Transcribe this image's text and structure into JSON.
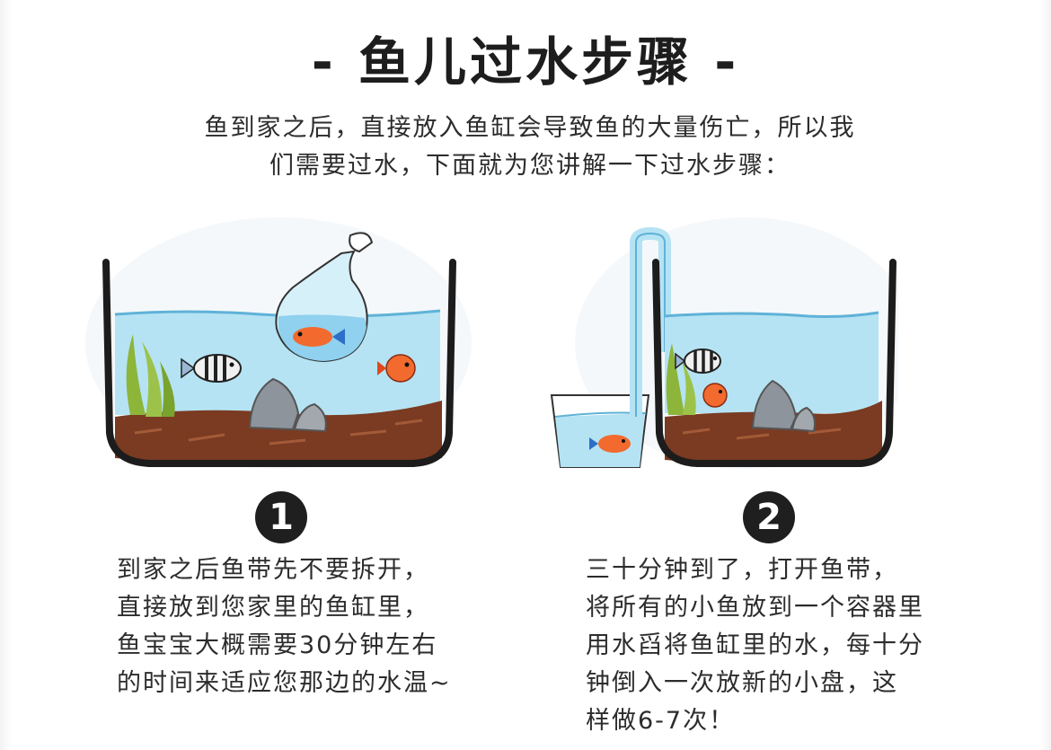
{
  "page": {
    "title": "- 鱼儿过水步骤 -",
    "intro_lines": [
      "鱼到家之后，直接放入鱼缸会导致鱼的大量伤亡，所以我",
      "们需要过水，下面就为您讲解一下过水步骤："
    ]
  },
  "steps": [
    {
      "number": "1",
      "illustration_icon": "fish-bag-floating-in-tank-icon",
      "lines": [
        "到家之后鱼带先不要拆开，",
        "直接放到您家里的鱼缸里，",
        "鱼宝宝大概需要30分钟左右",
        "的时间来适应您那边的水温~"
      ]
    },
    {
      "number": "2",
      "illustration_icon": "siphon-tube-to-container-icon",
      "lines": [
        "三十分钟到了，打开鱼带，",
        "将所有的小鱼放到一个容器里",
        "用水舀将鱼缸里的水，每十分",
        "钟倒入一次放新的小盘，这",
        "样做6-7次！"
      ]
    }
  ],
  "colors": {
    "water": "#b5e3f3",
    "water_line": "#5fb2d8",
    "gravel": "#7a3b22",
    "tank_outline": "#1c1c1c",
    "plant": "#8db53a",
    "rock": "#8e949c",
    "fish_orange": "#f26a2e"
  }
}
